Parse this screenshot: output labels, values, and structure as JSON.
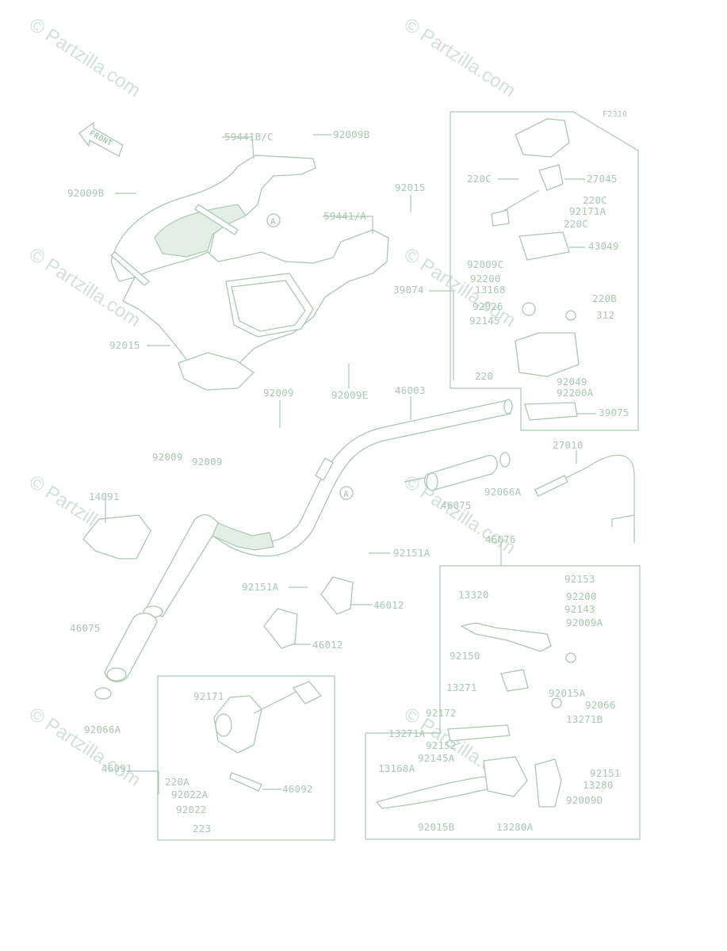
{
  "diagram_code": "F2310",
  "watermark_text": "© Partzilla.com",
  "front_arrow_text": "FRONT",
  "ref_marker": "A",
  "colors": {
    "line": "#a9c8b0",
    "watermark": "#cfe3d5",
    "background": "#ffffff"
  },
  "labels": [
    {
      "id": "59441bc",
      "text": "59441B/C"
    },
    {
      "id": "92009b_top",
      "text": "92009B"
    },
    {
      "id": "92009b_left",
      "text": "92009B"
    },
    {
      "id": "92015_top",
      "text": "92015"
    },
    {
      "id": "59441a",
      "text": "59441/A"
    },
    {
      "id": "92015_low",
      "text": "92015"
    },
    {
      "id": "92009_mid",
      "text": "92009"
    },
    {
      "id": "92009e",
      "text": "92009E"
    },
    {
      "id": "46003",
      "text": "46003"
    },
    {
      "id": "92009_a",
      "text": "92009"
    },
    {
      "id": "92009_b",
      "text": "92009"
    },
    {
      "id": "14091",
      "text": "14091"
    },
    {
      "id": "46075_left",
      "text": "46075"
    },
    {
      "id": "92066a_left",
      "text": "92066A"
    },
    {
      "id": "46091",
      "text": "46091"
    },
    {
      "id": "92171",
      "text": "92171"
    },
    {
      "id": "220a",
      "text": "220A"
    },
    {
      "id": "92022a",
      "text": "92022A"
    },
    {
      "id": "92022",
      "text": "92022"
    },
    {
      "id": "223",
      "text": "223"
    },
    {
      "id": "46092",
      "text": "46092"
    },
    {
      "id": "92151a_top",
      "text": "92151A"
    },
    {
      "id": "92151a_mid",
      "text": "92151A"
    },
    {
      "id": "46012_a",
      "text": "46012"
    },
    {
      "id": "46012_b",
      "text": "46012"
    },
    {
      "id": "46075_right",
      "text": "46075"
    },
    {
      "id": "92066a_right",
      "text": "92066A"
    },
    {
      "id": "27010",
      "text": "27010"
    },
    {
      "id": "46076",
      "text": "46076"
    },
    {
      "id": "220c_a",
      "text": "220C"
    },
    {
      "id": "27045",
      "text": "27045"
    },
    {
      "id": "220c_b",
      "text": "220C"
    },
    {
      "id": "92171a",
      "text": "92171A"
    },
    {
      "id": "220c_c",
      "text": "220C"
    },
    {
      "id": "43049",
      "text": "43049"
    },
    {
      "id": "92009c",
      "text": "92009C"
    },
    {
      "id": "92200",
      "text": "92200"
    },
    {
      "id": "39074",
      "text": "39074"
    },
    {
      "id": "13168",
      "text": "13168"
    },
    {
      "id": "92026",
      "text": "92026"
    },
    {
      "id": "220b",
      "text": "220B"
    },
    {
      "id": "92145",
      "text": "92145"
    },
    {
      "id": "312",
      "text": "312"
    },
    {
      "id": "220",
      "text": "220"
    },
    {
      "id": "92049",
      "text": "92049"
    },
    {
      "id": "92200a_top",
      "text": "92200A"
    },
    {
      "id": "39075",
      "text": "39075"
    },
    {
      "id": "92153",
      "text": "92153"
    },
    {
      "id": "92200_b",
      "text": "92200"
    },
    {
      "id": "92143",
      "text": "92143"
    },
    {
      "id": "13320",
      "text": "13320"
    },
    {
      "id": "92009a",
      "text": "92009A"
    },
    {
      "id": "92150",
      "text": "92150"
    },
    {
      "id": "13271",
      "text": "13271"
    },
    {
      "id": "92015a",
      "text": "92015A"
    },
    {
      "id": "92066",
      "text": "92066"
    },
    {
      "id": "92172",
      "text": "92172"
    },
    {
      "id": "13271b",
      "text": "13271B"
    },
    {
      "id": "13271a",
      "text": "13271A"
    },
    {
      "id": "92152",
      "text": "92152"
    },
    {
      "id": "92145a",
      "text": "92145A"
    },
    {
      "id": "92151",
      "text": "92151"
    },
    {
      "id": "13168a",
      "text": "13168A"
    },
    {
      "id": "13280",
      "text": "13280"
    },
    {
      "id": "92009d",
      "text": "92009D"
    },
    {
      "id": "92015b",
      "text": "92015B"
    },
    {
      "id": "13280a",
      "text": "13280A"
    }
  ]
}
